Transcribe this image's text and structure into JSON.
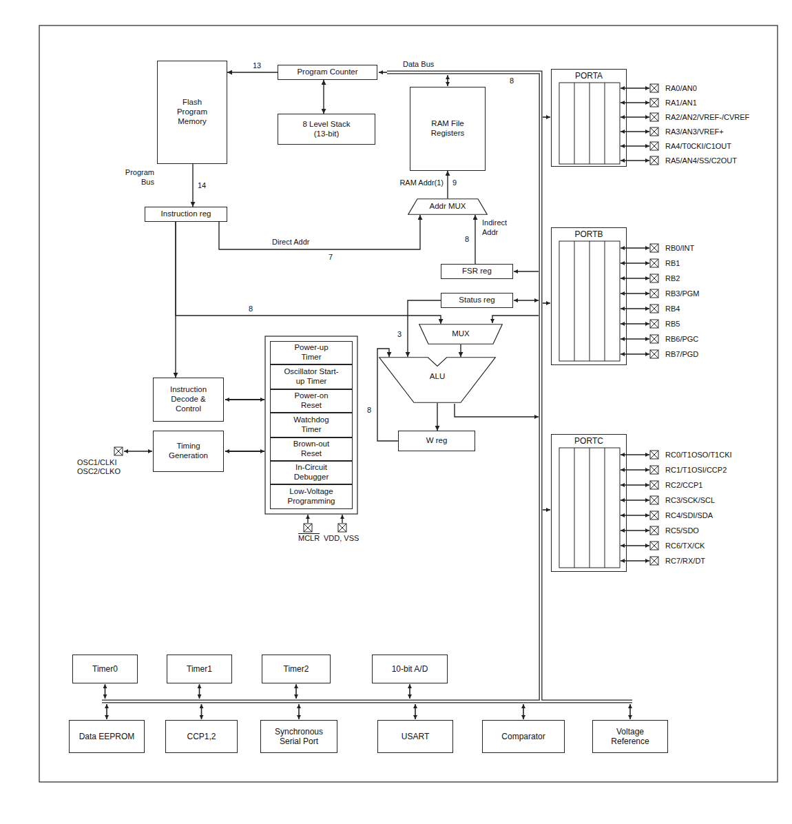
{
  "diagram": {
    "nodes": [
      {
        "text": [
          "Flash Program Memory"
        ]
      },
      {
        "text": [
          "Program Counter"
        ]
      },
      {
        "text": [
          "8 Level Stack (13-bit)"
        ]
      },
      {
        "text": [
          "RAM File Registers"
        ]
      },
      {
        "text": [
          "PORTA"
        ]
      },
      {
        "text": [
          "Instruction reg"
        ]
      },
      {
        "text": [
          "Addr MUX"
        ]
      },
      {
        "text": [
          "PORTB"
        ]
      },
      {
        "text": [
          "FSR reg"
        ]
      },
      {
        "text": [
          "Status reg"
        ]
      },
      {
        "text": [
          "MUX"
        ]
      },
      {
        "text": [
          "Instruction Decode & Control"
        ]
      },
      {
        "text": [
          "Power-up Timer"
        ]
      },
      {
        "text": [
          "Oscillator Start-up Timer"
        ]
      },
      {
        "text": [
          "Power-on Reset"
        ]
      },
      {
        "text": [
          "Watchdog Timer"
        ]
      },
      {
        "text": [
          "Brown-out Reset"
        ]
      },
      {
        "text": [
          "In-Circuit Debugger"
        ]
      },
      {
        "text": [
          "Low-Voltage Programming"
        ]
      },
      {
        "text": [
          "ALU"
        ]
      },
      {
        "text": [
          "Timing Generation"
        ]
      },
      {
        "text": [
          "W reg"
        ]
      },
      {
        "text": [
          "PORTC"
        ]
      },
      {
        "text": [
          "Timer0"
        ]
      },
      {
        "text": [
          "Timer1"
        ]
      },
      {
        "text": [
          "Timer2"
        ]
      },
      {
        "text": [
          "10-bit A/D"
        ]
      },
      {
        "text": [
          "Data EEPROM"
        ]
      },
      {
        "text": [
          "CCP1,2"
        ]
      },
      {
        "text": [
          "Synchronous Serial Port"
        ]
      },
      {
        "text": [
          "USART"
        ]
      },
      {
        "text": [
          "Comparator"
        ]
      },
      {
        "text": [
          "Voltage Reference"
        ]
      }
    ],
    "edges": [
      {
        "from": 1,
        "to": 0,
        "arrow": "to",
        "label": "13"
      },
      {
        "from": 1,
        "to": 2,
        "arrow": "both"
      },
      {
        "from": 0,
        "to": 5,
        "arrow": "to",
        "label": "14"
      },
      {
        "from": 5,
        "to": 6,
        "arrow": "to",
        "label": "7"
      },
      {
        "from": 8,
        "to": 6,
        "arrow": "to",
        "label": "8"
      },
      {
        "from": 6,
        "to": 3,
        "arrow": "to",
        "label": "9"
      },
      {
        "from": 5,
        "to": 11,
        "arrow": "to"
      },
      {
        "from": 5,
        "to": 10,
        "arrow": "to",
        "label": "8"
      },
      {
        "from": 10,
        "to": 19,
        "arrow": "to"
      },
      {
        "from": 9,
        "to": 19,
        "arrow": "to",
        "label": "3"
      },
      {
        "from": 19,
        "to": 21,
        "arrow": "to"
      },
      {
        "from": 21,
        "to": 19,
        "arrow": "to",
        "label": "8"
      }
    ],
    "labels": [
      "Data Bus",
      "8",
      "Program Bus",
      "RAM Addr(1)",
      "Direct Addr",
      "Indirect Addr",
      "RA0/AN0",
      "RA1/AN1",
      "RA2/AN2/VREF-/CVREF",
      "RA3/AN3/VREF+",
      "RA4/T0CKI/C1OUT",
      "RA5/AN4/SS/C2OUT",
      "RB0/INT",
      "RB1",
      "RB2",
      "RB3/PGM",
      "RB4",
      "RB5",
      "RB6/PGC",
      "RB7/PGD",
      "RC0/T1OSO/T1CKI",
      "RC1/T1OSI/CCP2",
      "RC2/CCP1",
      "RC3/SCK/SCL",
      "RC4/SDI/SDA",
      "RC5/SDO",
      "RC6/TX/CK",
      "RC7/RX/DT",
      "OSC1/CLKI",
      "OSC2/CLKO",
      "MCLR",
      "VDD, VSS"
    ]
  }
}
